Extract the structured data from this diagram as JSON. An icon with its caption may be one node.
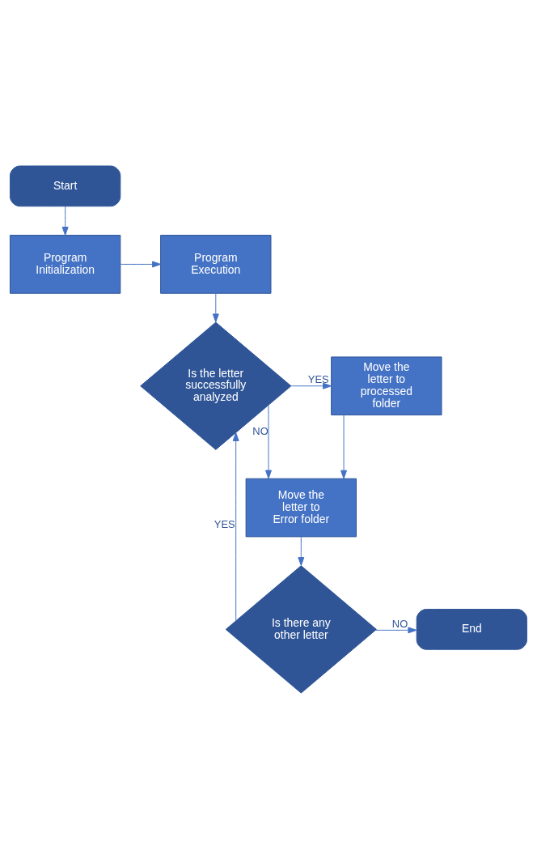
{
  "diagram": {
    "nodes": [
      {
        "text": [
          "Start"
        ]
      },
      {
        "text": [
          "Program Initialization"
        ]
      },
      {
        "text": [
          "Program Execution"
        ]
      },
      {
        "text": [
          "Is the letter successfully analyzed"
        ]
      },
      {
        "text": [
          "Move the letter to processed folder"
        ]
      },
      {
        "text": [
          "Move the letter to Error folder"
        ]
      },
      {
        "text": [
          "Is there any other letter"
        ]
      },
      {
        "text": [
          "End"
        ]
      }
    ],
    "edges": [
      {
        "from": 0,
        "to": 1,
        "arrow": "to"
      },
      {
        "from": 1,
        "to": 2,
        "arrow": "to"
      },
      {
        "from": 2,
        "to": 3,
        "arrow": "to"
      },
      {
        "from": 3,
        "to": 4,
        "arrow": "to",
        "label": "YES"
      },
      {
        "from": 3,
        "to": 5,
        "arrow": "to",
        "label": "NO"
      },
      {
        "from": 4,
        "to": 5,
        "arrow": "to"
      },
      {
        "from": 5,
        "to": 6,
        "arrow": "to"
      },
      {
        "from": 6,
        "to": 7,
        "arrow": "to",
        "label": "NO"
      },
      {
        "from": 6,
        "to": 3,
        "arrow": "to",
        "label": "YES"
      }
    ]
  }
}
